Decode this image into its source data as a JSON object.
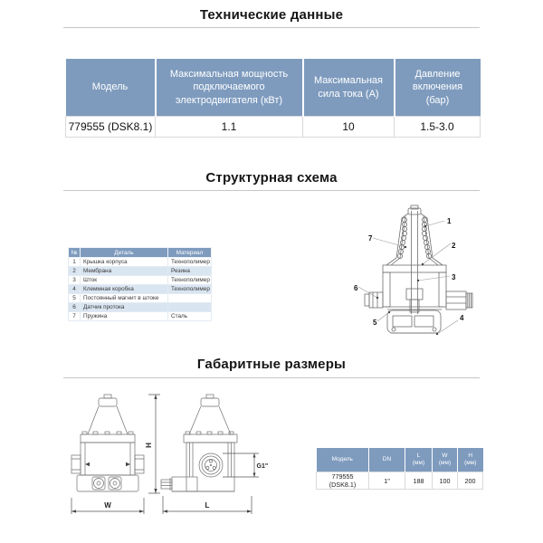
{
  "colors": {
    "header-bg": "#7e9bbe",
    "row-alt": "#d9e5f1",
    "stroke": "#6f6f6f"
  },
  "technical": {
    "title": "Технические данные",
    "table": {
      "headers": [
        "Модель",
        "Максимальная мощность подключаемого электродвигателя (кВт)",
        "Максимальная сила тока (А)",
        "Давление включения (бар)"
      ],
      "row": [
        "779555 (DSK8.1)",
        "1.1",
        "10",
        "1.5-3.0"
      ]
    }
  },
  "structural": {
    "title": "Структурная схема",
    "parts_table": {
      "headers": [
        "№",
        "Деталь",
        "Материал"
      ],
      "rows": [
        [
          "1",
          "Крышка корпуса",
          "Технополимер"
        ],
        [
          "2",
          "Мембрана",
          "Резина"
        ],
        [
          "3",
          "Шток",
          "Технополимер"
        ],
        [
          "4",
          "Клеммная коробка",
          "Технополимер"
        ],
        [
          "5",
          "Постоянный магнит в штоке",
          ""
        ],
        [
          "6",
          "Датчик протока",
          ""
        ],
        [
          "7",
          "Пружина",
          "Сталь"
        ]
      ]
    },
    "callouts": [
      "1",
      "2",
      "3",
      "4",
      "5",
      "6",
      "7"
    ]
  },
  "dimensions": {
    "title": "Габаритные размеры",
    "labels": {
      "w": "W",
      "h": "H",
      "l": "L",
      "g": "G1\""
    },
    "table": {
      "headers": [
        "Модель",
        "DN",
        "L",
        "W",
        "H"
      ],
      "unit": "(мм)",
      "row": [
        "779555 (DSK8.1)",
        "1\"",
        "188",
        "100",
        "200"
      ]
    }
  }
}
